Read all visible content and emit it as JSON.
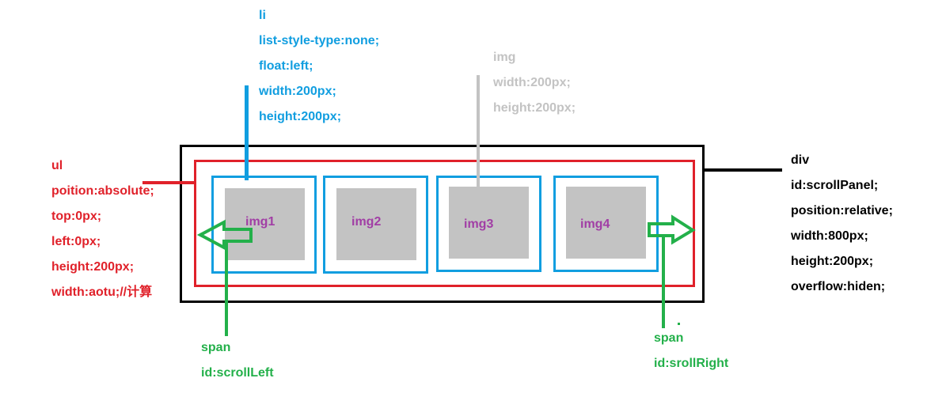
{
  "colors": {
    "div": "#000000",
    "ul": "#e0212a",
    "li": "#119ee0",
    "img": "#c3c3c3",
    "img_text": "#a13ea5",
    "span": "#23b04a"
  },
  "li_note": {
    "title": "li",
    "lines": [
      "list-style-type:none;",
      "float:left;",
      "width:200px;",
      "height:200px;"
    ]
  },
  "img_note": {
    "title": "img",
    "lines": [
      "width:200px;",
      "height:200px;"
    ]
  },
  "ul_note": {
    "title": "ul",
    "lines": [
      "poition:absolute;",
      "top:0px;",
      "left:0px;",
      "height:200px;",
      "width:aotu;//计算"
    ]
  },
  "div_note": {
    "title": "div",
    "lines": [
      "id:scrollPanel;",
      "position:relative;",
      "width:800px;",
      "height:200px;",
      "overflow:hiden;"
    ]
  },
  "span_left_note": {
    "title": "span",
    "lines": [
      "id:scrollLeft"
    ]
  },
  "span_right_note": {
    "title": "span",
    "lines": [
      "id:srollRight"
    ]
  },
  "images": [
    "img1",
    "img2",
    "img3",
    "img4"
  ]
}
